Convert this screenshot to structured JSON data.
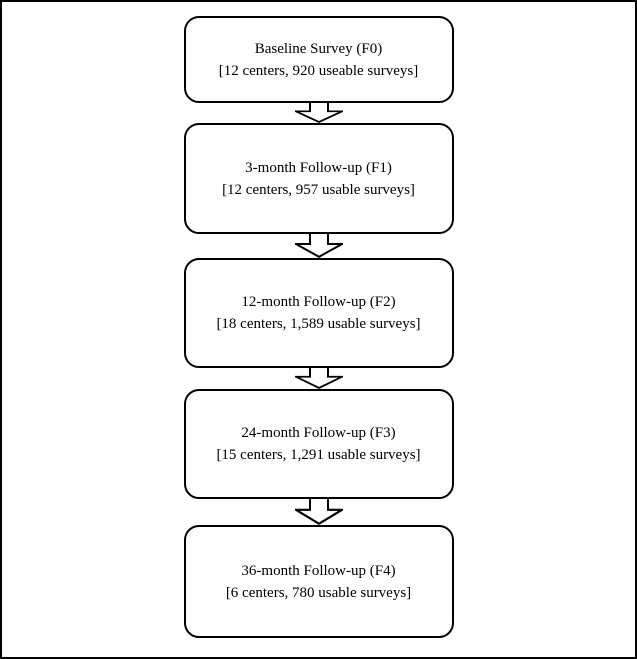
{
  "flowchart": {
    "title_hint": "Survey follow-up flow",
    "colors": {
      "stroke": "#000000",
      "fill": "#ffffff",
      "text": "#000000"
    },
    "boxes": [
      {
        "id": "F0",
        "title": "Baseline Survey (F0)",
        "detail": "[12 centers, 920 useable surveys]"
      },
      {
        "id": "F1",
        "title": "3-month Follow-up (F1)",
        "detail": "[12 centers, 957 usable surveys]"
      },
      {
        "id": "F2",
        "title": "12-month Follow-up (F2)",
        "detail": "[18 centers, 1,589 usable surveys]"
      },
      {
        "id": "F3",
        "title": "24-month Follow-up (F3)",
        "detail": "[15 centers, 1,291 usable surveys]"
      },
      {
        "id": "F4",
        "title": "36-month Follow-up (F4)",
        "detail": "[6 centers, 780 usable surveys]"
      }
    ],
    "connectors": [
      {
        "from": "F0",
        "to": "F1",
        "icon": "down-arrow-icon"
      },
      {
        "from": "F1",
        "to": "F2",
        "icon": "down-arrow-icon"
      },
      {
        "from": "F2",
        "to": "F3",
        "icon": "down-arrow-icon"
      },
      {
        "from": "F3",
        "to": "F4",
        "icon": "down-arrow-icon"
      }
    ]
  }
}
